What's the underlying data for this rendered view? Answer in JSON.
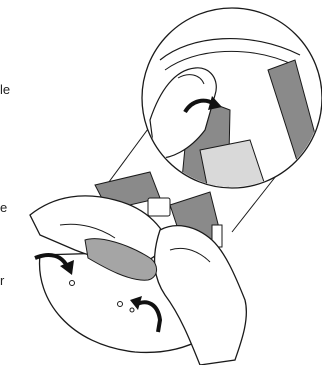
{
  "text_fragments": [
    "le",
    "e",
    "r"
  ],
  "palette": {
    "line": "#1a1a1a",
    "strap_gray": "#8a8a8a",
    "pad_gray": "#a5a5a5",
    "light_gray": "#d9d9d9",
    "arrow": "#111111"
  }
}
